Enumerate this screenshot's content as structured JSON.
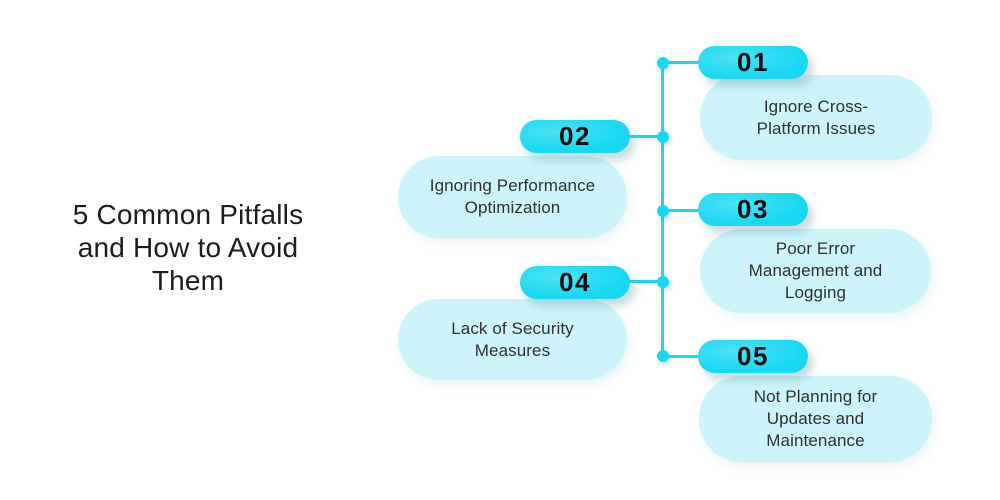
{
  "title": "5 Common Pitfalls\nand How to Avoid\nThem",
  "colors": {
    "accent": "#17d8f0",
    "accent_light": "#4de2f6",
    "card_bg": "#cdf4fb",
    "title_text": "#1c1c1c",
    "card_text": "#303030",
    "badge_text": "#0d0d0d",
    "background": "#ffffff"
  },
  "steps": [
    {
      "number": "01",
      "side": "right",
      "label": "Ignore Cross-\nPlatform Issues"
    },
    {
      "number": "02",
      "side": "left",
      "label": "Ignoring Performance\nOptimization"
    },
    {
      "number": "03",
      "side": "right",
      "label": "Poor Error\nManagement and\nLogging"
    },
    {
      "number": "04",
      "side": "left",
      "label": "Lack of Security\nMeasures"
    },
    {
      "number": "05",
      "side": "right",
      "label": "Not Planning for\nUpdates and\nMaintenance"
    }
  ]
}
